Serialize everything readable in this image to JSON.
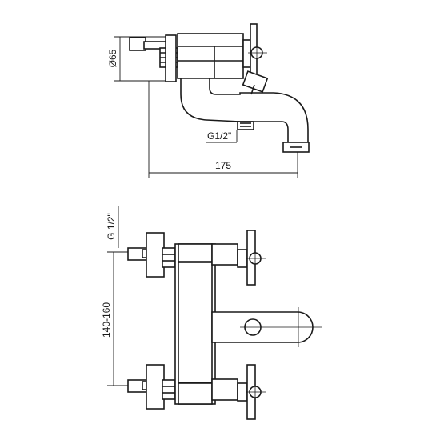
{
  "drawing": {
    "dimensions": {
      "diameter": "Ø65",
      "depth": "175",
      "inlet_thread_side": "G1/2\"",
      "inlet_thread_front": "G 1/2\"",
      "center_distance": "140-160"
    }
  }
}
